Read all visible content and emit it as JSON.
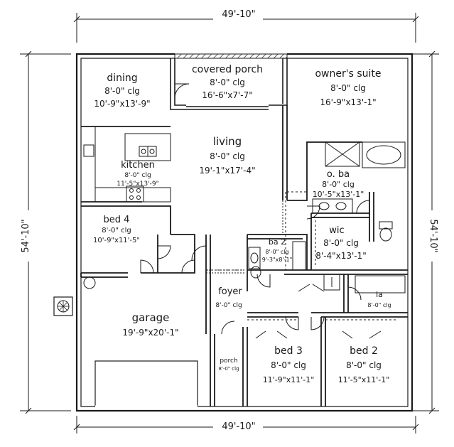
{
  "dimensions": {
    "top": "49'-10\"",
    "bottom": "49'-10\"",
    "left": "54'-10\"",
    "right": "54'-10\""
  },
  "rooms": {
    "dining": {
      "name": "dining",
      "ceiling": "8'-0\" clg",
      "size": "10'-9\"x13'-9\""
    },
    "covered_porch": {
      "name": "covered porch",
      "ceiling": "8'-0\" clg",
      "size": "16'-6\"x7'-7\""
    },
    "owners_suite": {
      "name": "owner's suite",
      "ceiling": "8'-0\" clg",
      "size": "16'-9\"x13'-1\""
    },
    "living": {
      "name": "living",
      "ceiling": "8'-0\" clg",
      "size": "19'-1\"x17'-4\""
    },
    "kitchen": {
      "name": "kitchen",
      "ceiling": "8'-0\" clg",
      "size": "11'-5\"x13'-9\""
    },
    "o_ba": {
      "name": "o. ba",
      "ceiling": "8'-0\" clg",
      "size": "10'-5\"x13'-1\""
    },
    "bed4": {
      "name": "bed 4",
      "ceiling": "8'-0\" clg",
      "size": "10'-9\"x11'-5\""
    },
    "ba2": {
      "name": "ba 2",
      "ceiling": "8'-0\" clg",
      "size": "9'-3\"x8'-1\""
    },
    "wic": {
      "name": "wic",
      "ceiling": "8'-0\" clg",
      "size": "8'-4\"x13'-1\""
    },
    "foyer": {
      "name": "foyer",
      "ceiling": "8'-0\" clg"
    },
    "la": {
      "name": "la",
      "ceiling": "8'-0\" clg"
    },
    "garage": {
      "name": "garage",
      "size": "19'-9\"x20'-1\""
    },
    "porch": {
      "name": "porch",
      "ceiling": "8'-0\" clg"
    },
    "bed3": {
      "name": "bed 3",
      "ceiling": "8'-0\" clg",
      "size": "11'-9\"x11'-1\""
    },
    "bed2": {
      "name": "bed 2",
      "ceiling": "8'-0\" clg",
      "size": "11'-5\"x11'-1\""
    }
  },
  "colors": {
    "line": "#1a1a1a",
    "background": "#ffffff",
    "wall_fill": "#ffffff"
  }
}
